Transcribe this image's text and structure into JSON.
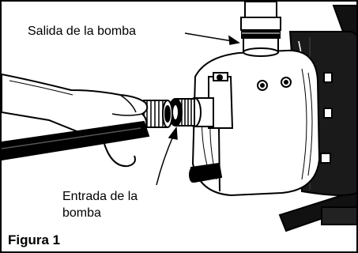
{
  "figure": {
    "caption": "Figura 1",
    "labels": {
      "outlet": "Salida de la bomba",
      "inlet_line1": "Entrada de la",
      "inlet_line2": "bomba"
    }
  },
  "colors": {
    "ink": "#000000",
    "paper": "#ffffff"
  }
}
